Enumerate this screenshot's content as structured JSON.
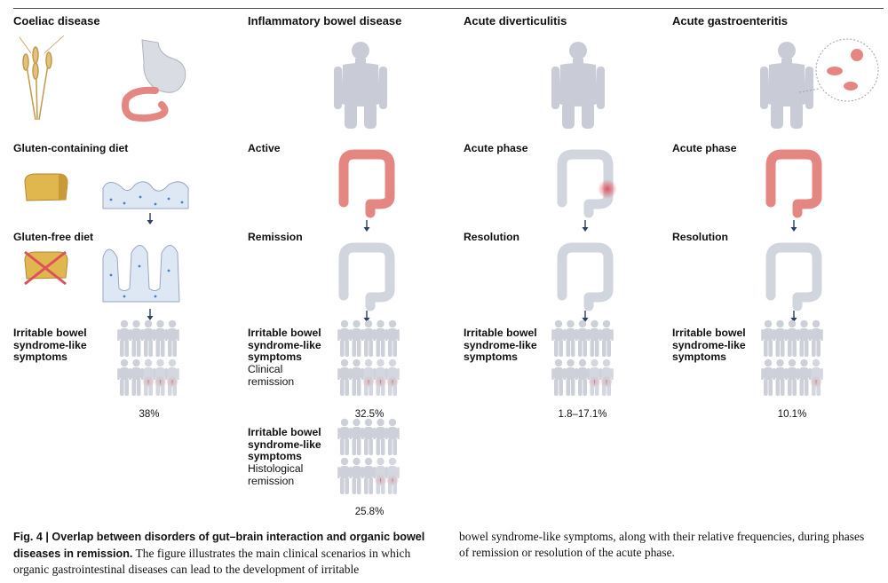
{
  "columns": [
    {
      "title": "Coeliac disease",
      "stage1": "Gluten-containing diet",
      "stage2": "Gluten-free diet",
      "ibs": "Irritable bowel\nsyndrome-like\nsymptoms",
      "pct": "38%"
    },
    {
      "title": "Inflammatory bowel disease",
      "stage1": "Active",
      "stage2": "Remission",
      "ibs": "Irritable bowel\nsyndrome-like\nsymptoms",
      "note": "Clinical\nremission",
      "pct": "32.5%",
      "ibs2": "Irritable bowel\nsyndrome-like\nsymptoms",
      "note2": "Histological\nremission",
      "pct2": "25.8%"
    },
    {
      "title": "Acute diverticulitis",
      "stage1": "Acute phase",
      "stage2": "Resolution",
      "ibs": "Irritable bowel\nsyndrome-like\nsymptoms",
      "pct": "1.8–17.1%"
    },
    {
      "title": "Acute gastroenteritis",
      "stage1": "Acute phase",
      "stage2": "Resolution",
      "ibs": "Irritable bowel\nsyndrome-like\nsymptoms",
      "pct": "10.1%"
    }
  ],
  "figures_highlighted": [
    3,
    3,
    2,
    2,
    1
  ],
  "caption": {
    "label": "Fig. 4 | Overlap between disorders of gut–brain interaction and organic bowel diseases in remission.",
    "text_left": "The figure illustrates the main clinical scenarios in which organic gastrointestinal diseases can lead to the development of irritable",
    "text_right": "bowel syndrome-like symptoms, along with their relative frequencies, during phases of remission or resolution of the acute phase."
  },
  "colors": {
    "figure": "#c9ccd6",
    "inflamed": "#e48783",
    "colon": "#d1d5de",
    "highlight": "#e0505a"
  }
}
